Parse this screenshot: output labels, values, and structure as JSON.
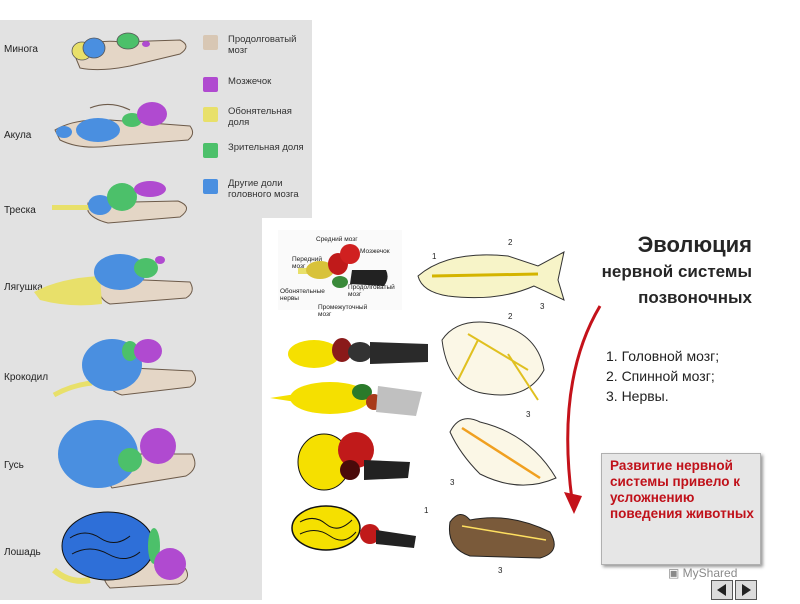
{
  "animals": [
    {
      "name": "Минога"
    },
    {
      "name": "Акула"
    },
    {
      "name": "Треска"
    },
    {
      "name": "Лягушка"
    },
    {
      "name": "Крокодил"
    },
    {
      "name": "Гусь"
    },
    {
      "name": "Лошадь"
    }
  ],
  "legend": [
    {
      "label": "Продолговатый мозг",
      "color": "#d8c7b4"
    },
    {
      "label": "Мозжечок",
      "color": "#b04ad0"
    },
    {
      "label": "Обонятельная доля",
      "color": "#e8e06a"
    },
    {
      "label": "Зрительная доля",
      "color": "#4cc06a"
    },
    {
      "label": "Другие доли головного мозга",
      "color": "#4a8fe0"
    }
  ],
  "diagram_labels": {
    "midbrain": "Средний мозг",
    "cerebellum": "Мозжечок",
    "forebrain": "Передний мозг",
    "olfactory": "Обонятельные нервы",
    "medulla": "Продолговатый мозг",
    "diencephalon": "Промежуточный мозг",
    "num1": "1",
    "num2": "2",
    "num3": "3"
  },
  "title": {
    "line1": "Эволюция",
    "line2": "нервной системы",
    "line3": "позвоночных"
  },
  "list": [
    "1. Головной мозг;",
    "2. Спинной мозг;",
    "3. Нервы."
  ],
  "callout": "Развитие нервной системы привело к усложнению поведения животных",
  "watermark": "MyShared",
  "colors": {
    "arrow": "#c4121a",
    "callout_text": "#c0111a"
  }
}
